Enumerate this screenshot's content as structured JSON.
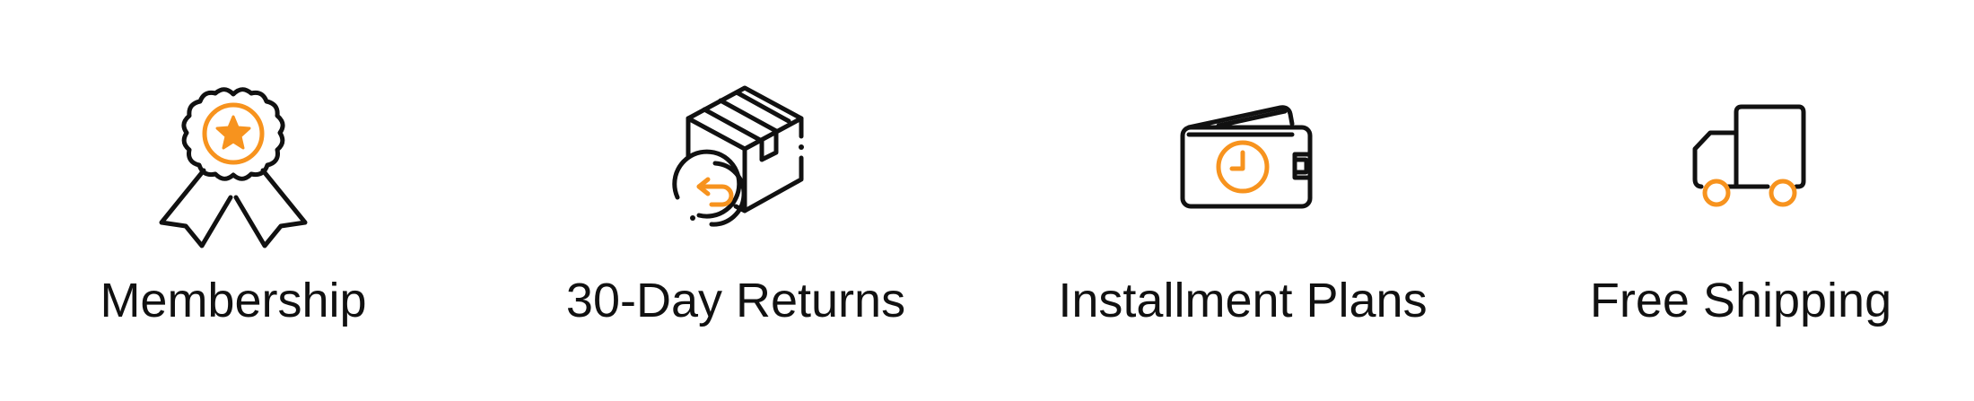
{
  "colors": {
    "accent": "#f7931e",
    "ink": "#111111",
    "background": "#ffffff"
  },
  "features": [
    {
      "label": "Membership",
      "icon": "award-ribbon-icon"
    },
    {
      "label": "30-Day Returns",
      "icon": "package-return-icon"
    },
    {
      "label": "Installment Plans",
      "icon": "wallet-clock-icon"
    },
    {
      "label": "Free Shipping",
      "icon": "delivery-truck-icon"
    }
  ]
}
